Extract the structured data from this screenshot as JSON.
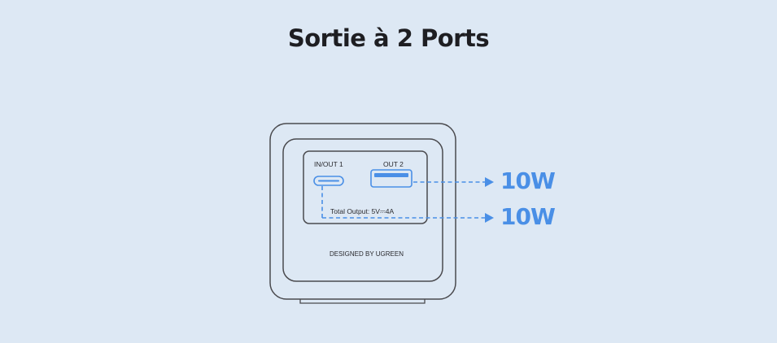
{
  "title": "Sortie à 2 Ports",
  "ports": {
    "in_out_1": "IN/OUT 1",
    "out_2": "OUT 2"
  },
  "total_output": "Total Output: 5V⎓4A",
  "brand_text": "DESIGNED BY UGREEN",
  "outputs": [
    {
      "label": "10W"
    },
    {
      "label": "10W"
    }
  ],
  "colors": {
    "background": "#dde8f4",
    "accent": "#4a8fe6",
    "outline": "#4a4a4e",
    "title": "#1e1e22"
  }
}
